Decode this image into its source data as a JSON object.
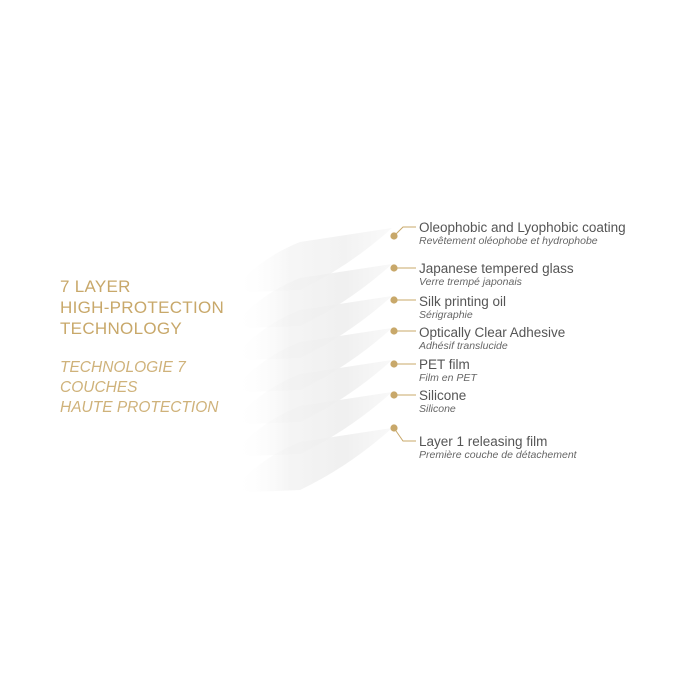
{
  "heading_en": [
    "7 LAYER",
    "HIGH-PROTECTION",
    "TECHNOLOGY"
  ],
  "heading_fr": [
    "TECHNOLOGIE 7",
    "COUCHES",
    "HAUTE PROTECTION"
  ],
  "colors": {
    "accent": "#c8a86a",
    "text_primary": "#555555",
    "text_secondary": "#666666",
    "layer_fill": "#f3f3f3"
  },
  "layers": [
    {
      "en": "Oleophobic and Lyophobic coating",
      "fr": "Revêtement oléophobe et hydrophobe"
    },
    {
      "en": "Japanese tempered glass",
      "fr": "Verre trempé japonais"
    },
    {
      "en": "Silk printing oil",
      "fr": "Sérigraphie"
    },
    {
      "en": "Optically Clear Adhesive",
      "fr": "Adhésif translucide"
    },
    {
      "en": "PET film",
      "fr": "Film en PET"
    },
    {
      "en": "Silicone",
      "fr": "Silicone"
    },
    {
      "en": "Layer 1 releasing film",
      "fr": "Première couche de détachement"
    }
  ]
}
